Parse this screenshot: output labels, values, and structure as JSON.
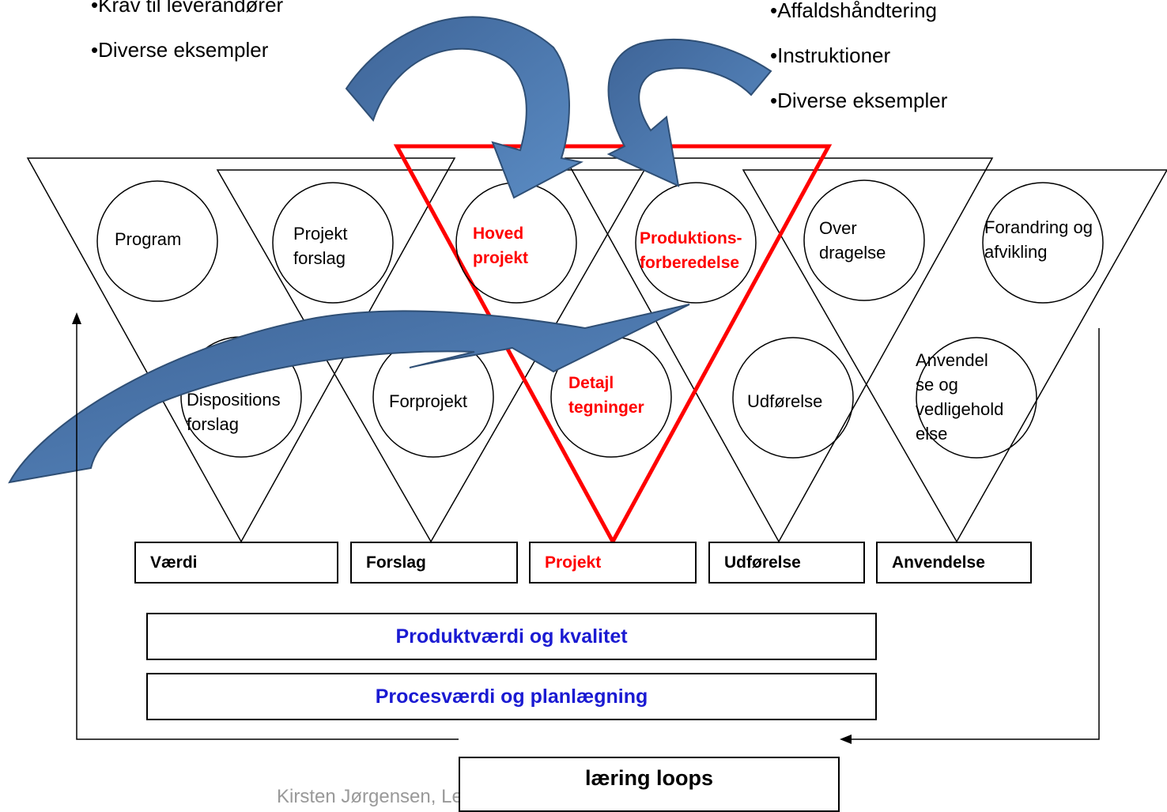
{
  "left_bullets": [
    "Krav til leverandører",
    "Diverse eksempler"
  ],
  "right_bullets": [
    "Affaldshåndtering",
    "Instruktioner",
    "Diverse eksempler"
  ],
  "circles": {
    "program": "Program",
    "projekt_forslag": [
      "Projekt",
      "forslag"
    ],
    "hoved_projekt": [
      "Hoved",
      "projekt"
    ],
    "produktions_forberedelse": [
      "Produktions-",
      "forberedelse"
    ],
    "over_dragelse": [
      "Over",
      "dragelse"
    ],
    "forandring": [
      "Forandring og",
      "afvikling"
    ],
    "dispositions_forslag": [
      "Dispositions",
      "forslag"
    ],
    "forprojekt": "Forprojekt",
    "detajl_tegninger": [
      "Detajl",
      "tegninger"
    ],
    "udfoerelse": "Udførelse",
    "anvendelse": [
      "Anvendel",
      "se og",
      "vedligehold",
      "else"
    ]
  },
  "phases": [
    "Værdi",
    "Forslag",
    "Projekt",
    "Udførelse",
    "Anvendelse"
  ],
  "bars": {
    "produkt": "Produktværdi og kvalitet",
    "proces": "Procesværdi og planlægning"
  },
  "loop_label": "læring loops",
  "footer": "Kirsten Jørgensen, Lektor PhD",
  "colors": {
    "highlight": "#ff0000",
    "arrow_fill": "#4a77b0",
    "arrow_stroke": "#2f4f75",
    "bar_text": "#1a1ad2"
  }
}
